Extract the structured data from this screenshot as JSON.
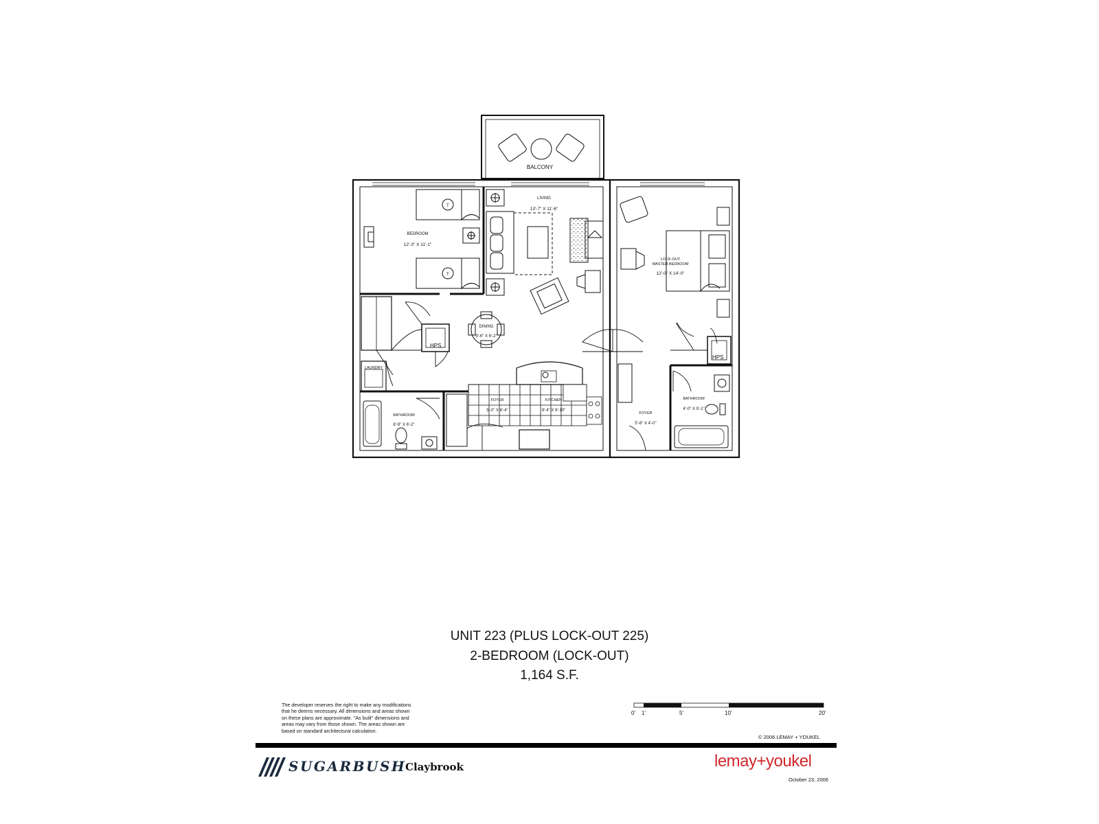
{
  "rooms": {
    "balcony": {
      "name": "BALCONY"
    },
    "living": {
      "name": "LIVING",
      "dims": "13'-7\" X 11'-6\""
    },
    "bedroom": {
      "name": "BEDROOM",
      "dims": "12'-3\" X 11'-1\""
    },
    "dining": {
      "name": "DINING",
      "dims": "9'-6\" X 6'-2\""
    },
    "laundry": {
      "name": "LAUNDRY"
    },
    "bathroom": {
      "name": "BATHROOM",
      "dims": "8'-9\" X 6'-2\""
    },
    "foyer": {
      "name": "FOYER",
      "dims": "5'-0\" X 6'-4\""
    },
    "kitchen": {
      "name": "KITCHEN",
      "dims": "9'-4\" X 9'-10\""
    },
    "lockout_master": {
      "name_line1": "LOCK-OUT",
      "name_line2": "MASTER BEDROOM",
      "dims": "12'-0\" X 14'-0\""
    },
    "lockout_foyer": {
      "name": "FOYER",
      "dims": "5'-8\" X 4'-0\""
    },
    "lockout_bathroom": {
      "name": "BATHROOM",
      "dims": "4'-0\" X 9'-1\""
    }
  },
  "fixtures": {
    "hps_1": "HPS",
    "hps_2": "HPS",
    "tv_1": "T",
    "tv_2": "T"
  },
  "title": {
    "line1": "UNIT 223 (PLUS LOCK-OUT 225)",
    "line2": "2-BEDROOM (LOCK-OUT)",
    "line3": "1,164 S.F."
  },
  "disclaimer": "The developer reserves the right to make any modifications that he deems necessary.  All dimensions and areas shown on these plans are approximate.  \"As built\" dimensions and areas may vary from those shown.  The areas shown are based on standard architectural calculation.",
  "scale_bar": {
    "labels": [
      "0'",
      "1'",
      "5'",
      "10'",
      "20'"
    ]
  },
  "copyright": "© 2006  LEMAY + YOUKEL",
  "brand": {
    "name": "SUGARBUSH",
    "project": "Claybrook"
  },
  "firm": {
    "name": "lemay+youkel",
    "date": "October 23, 2006"
  },
  "colors": {
    "firm_red": "#d0272c",
    "brand_navy": "#1b2a3d"
  }
}
